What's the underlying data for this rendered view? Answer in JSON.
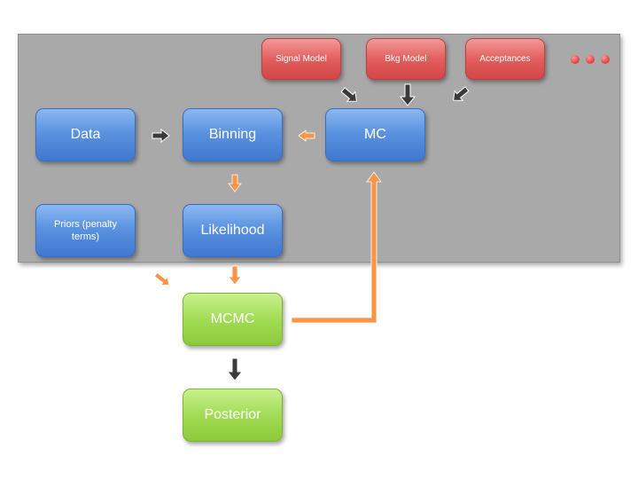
{
  "nodes": {
    "signal_model": "Signal Model",
    "bkg_model": "Bkg Model",
    "acceptances": "Acceptances",
    "data": "Data",
    "binning": "Binning",
    "mc": "MC",
    "priors": "Priors (penalty terms)",
    "likelihood": "Likelihood",
    "mcmc": "MCMC",
    "posterior": "Posterior"
  },
  "colors": {
    "panel": "#a9a9a9",
    "blue_node": "#5b93e0",
    "red_node": "#e35e5e",
    "green_node": "#a2dc55",
    "orange_arrow": "#f79646",
    "dark_arrow": "#333333"
  },
  "ellipsis_icon": "three-red-dots-icon"
}
